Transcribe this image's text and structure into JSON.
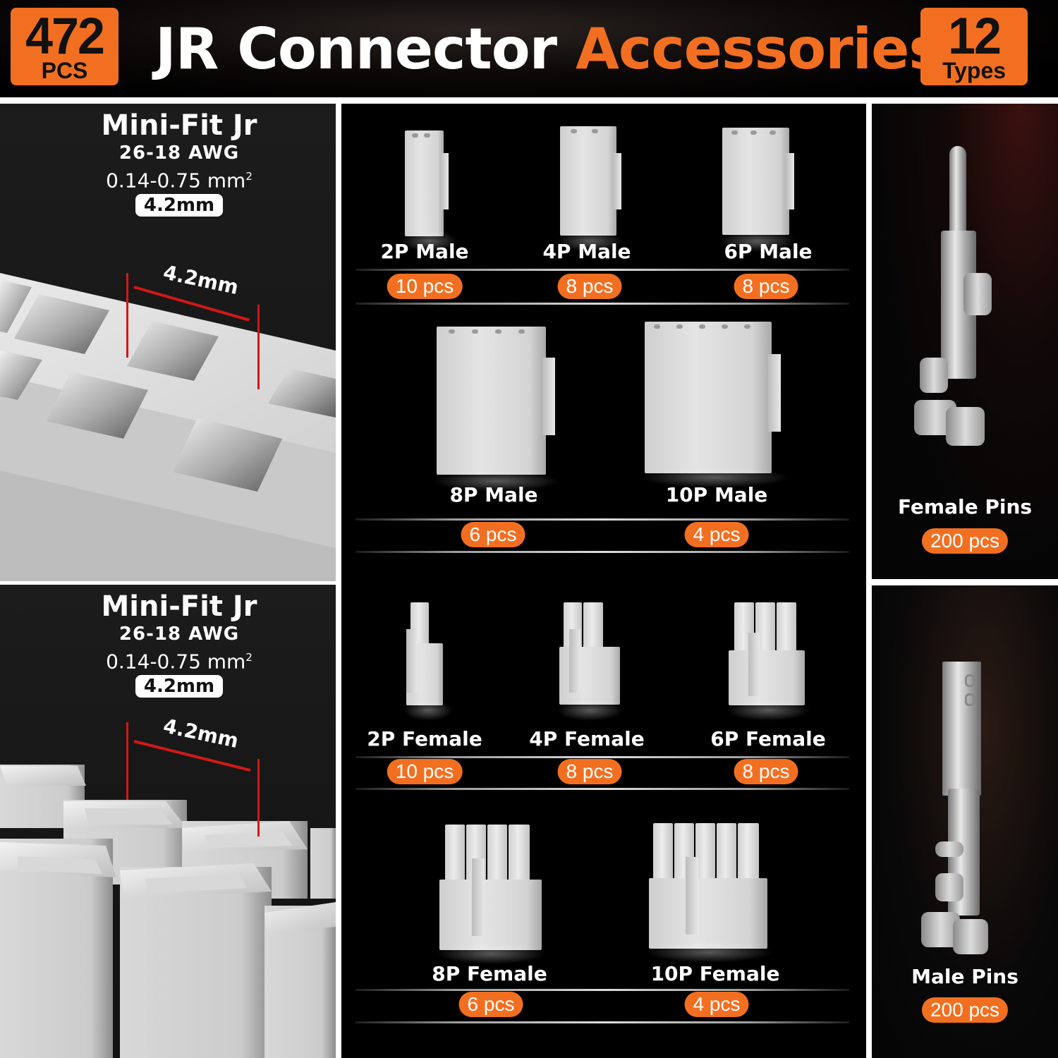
{
  "header": {
    "total_badge": {
      "number": "472",
      "unit": "PCS"
    },
    "title_white": "JR Connector",
    "title_orange": "Accessories",
    "types_badge": {
      "number": "12",
      "unit": "Types"
    }
  },
  "colors": {
    "accent_orange": "#f26f21",
    "dimension_red": "#d01818",
    "background": "#000000",
    "housing_gray": "#d9d9d9"
  },
  "spec_panels": [
    {
      "series": "Mini-Fit Jr",
      "awg": "26-18 AWG",
      "area": "0.14-0.75 mm",
      "area_sup": "2",
      "pitch_tag": "4.2mm",
      "dimension_label": "4.2mm",
      "view": "male housing top"
    },
    {
      "series": "Mini-Fit Jr",
      "awg": "26-18 AWG",
      "area": "0.14-0.75 mm",
      "area_sup": "2",
      "pitch_tag": "4.2mm",
      "dimension_label": "4.2mm",
      "view": "female housing top"
    }
  ],
  "male_housings": [
    {
      "name": "2P Male",
      "qty": "10 pcs"
    },
    {
      "name": "4P Male",
      "qty": "8 pcs"
    },
    {
      "name": "6P Male",
      "qty": "8 pcs"
    },
    {
      "name": "8P Male",
      "qty": "6 pcs"
    },
    {
      "name": "10P Male",
      "qty": "4 pcs"
    }
  ],
  "female_housings": [
    {
      "name": "2P Female",
      "qty": "10 pcs"
    },
    {
      "name": "4P Female",
      "qty": "8 pcs"
    },
    {
      "name": "6P Female",
      "qty": "8 pcs"
    },
    {
      "name": "8P Female",
      "qty": "6 pcs"
    },
    {
      "name": "10P Female",
      "qty": "4 pcs"
    }
  ],
  "pins": [
    {
      "name": "Female Pins",
      "qty": "200 pcs"
    },
    {
      "name": "Male Pins",
      "qty": "200 pcs"
    }
  ]
}
